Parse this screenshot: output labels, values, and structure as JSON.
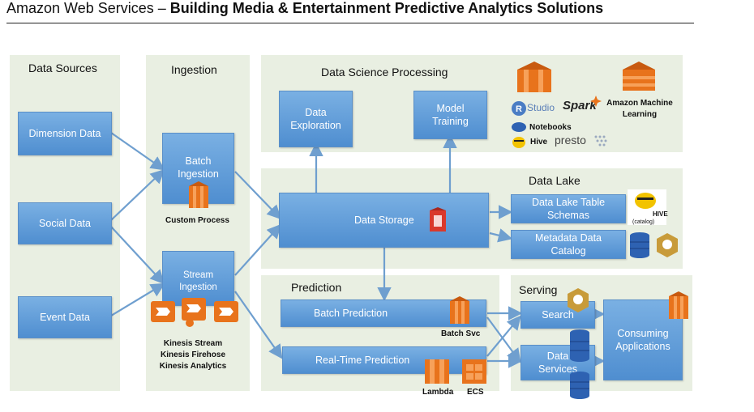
{
  "header": {
    "prefix": "Amazon Web Services – ",
    "title": "Building Media & Entertainment Predictive Analytics Solutions"
  },
  "panels": {
    "sources": "Data Sources",
    "ingestion": "Ingestion",
    "dsp": "Data Science Processing",
    "lake": "Data Lake",
    "prediction": "Prediction",
    "serving": "Serving"
  },
  "nodes": {
    "dimension": "Dimension Data",
    "social": "Social Data",
    "event": "Event Data",
    "batch_ingestion": "Batch Ingestion",
    "stream_ingestion": "Stream Ingestion",
    "exploration": "Data Exploration",
    "training": "Model Training",
    "storage": "Data Storage",
    "schemas": "Data Lake Table Schemas",
    "catalog": "Metadata Data Catalog",
    "batch_pred": "Batch Prediction",
    "rt_pred": "Real-Time Prediction",
    "search": "Search",
    "data_services": "Data Services",
    "consuming": "Consuming Applications"
  },
  "captions": {
    "custom_process": "Custom Process",
    "kinesis_stream": "Kinesis Stream",
    "kinesis_firehose": "Kinesis Firehose",
    "kinesis_analytics": "Kinesis Analytics",
    "batch_svc": "Batch Svc",
    "lambda": "Lambda",
    "ecs": "ECS",
    "aml": "Amazon Machine Learning",
    "notebooks": "Notebooks",
    "hive": "Hive",
    "presto": "presto",
    "rstudio": "Studio",
    "spark": "Spark",
    "hive_logo": "HIVE",
    "catalog_small": "(catalog)"
  },
  "colors": {
    "panel": "#e9efe2",
    "box": "#5b97d6",
    "arrow": "#6f9fcf",
    "aws_orange": "#e8731c",
    "aws_red": "#d9392c",
    "dynamo": "#2e62b2"
  }
}
